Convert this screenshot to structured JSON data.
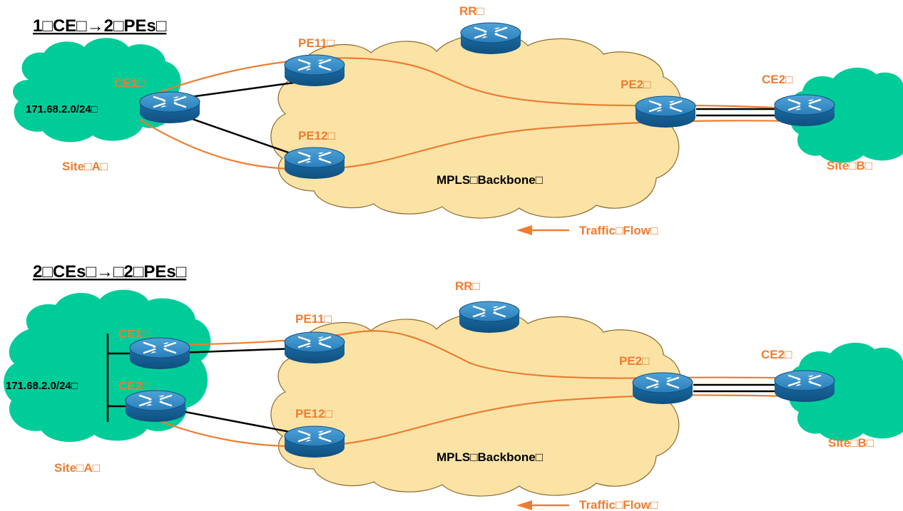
{
  "diagrams": [
    {
      "title": "1□CE□→2□PEs□",
      "rr": "RR□",
      "pe11": "PE11□",
      "pe12": "PE12□",
      "pe2": "PE2□",
      "ce2": "CE2□",
      "ce1": "CE1□",
      "prefix": "171.68.2.0/24□",
      "site_a": "Site□A□",
      "site_b": "Site□B□",
      "backbone": "MPLS□Backbone□",
      "traffic_flow": "Traffic□Flow□"
    },
    {
      "title": "2□CEs□→□2□PEs□",
      "rr": "RR□",
      "pe11": "PE11□",
      "pe12": "PE12□",
      "pe2": "PE2□",
      "ce2_right": "CE2□",
      "ce1": "CE1□",
      "ce2_left": "CE2□",
      "prefix": "171.68.2.0/24□",
      "site_a": "Site□A□",
      "site_b": "Site□B□",
      "backbone": "MPLS□Backbone□",
      "traffic_flow": "Traffic□Flow□"
    }
  ],
  "colors": {
    "label_orange": "#ED7D31",
    "site_cloud": "#00CC99",
    "mpls_cloud": "#FBE3A6",
    "router_body": "#1E6FA8"
  },
  "icons": [
    "router-icon",
    "cloud-icon",
    "arrow-left-icon"
  ]
}
